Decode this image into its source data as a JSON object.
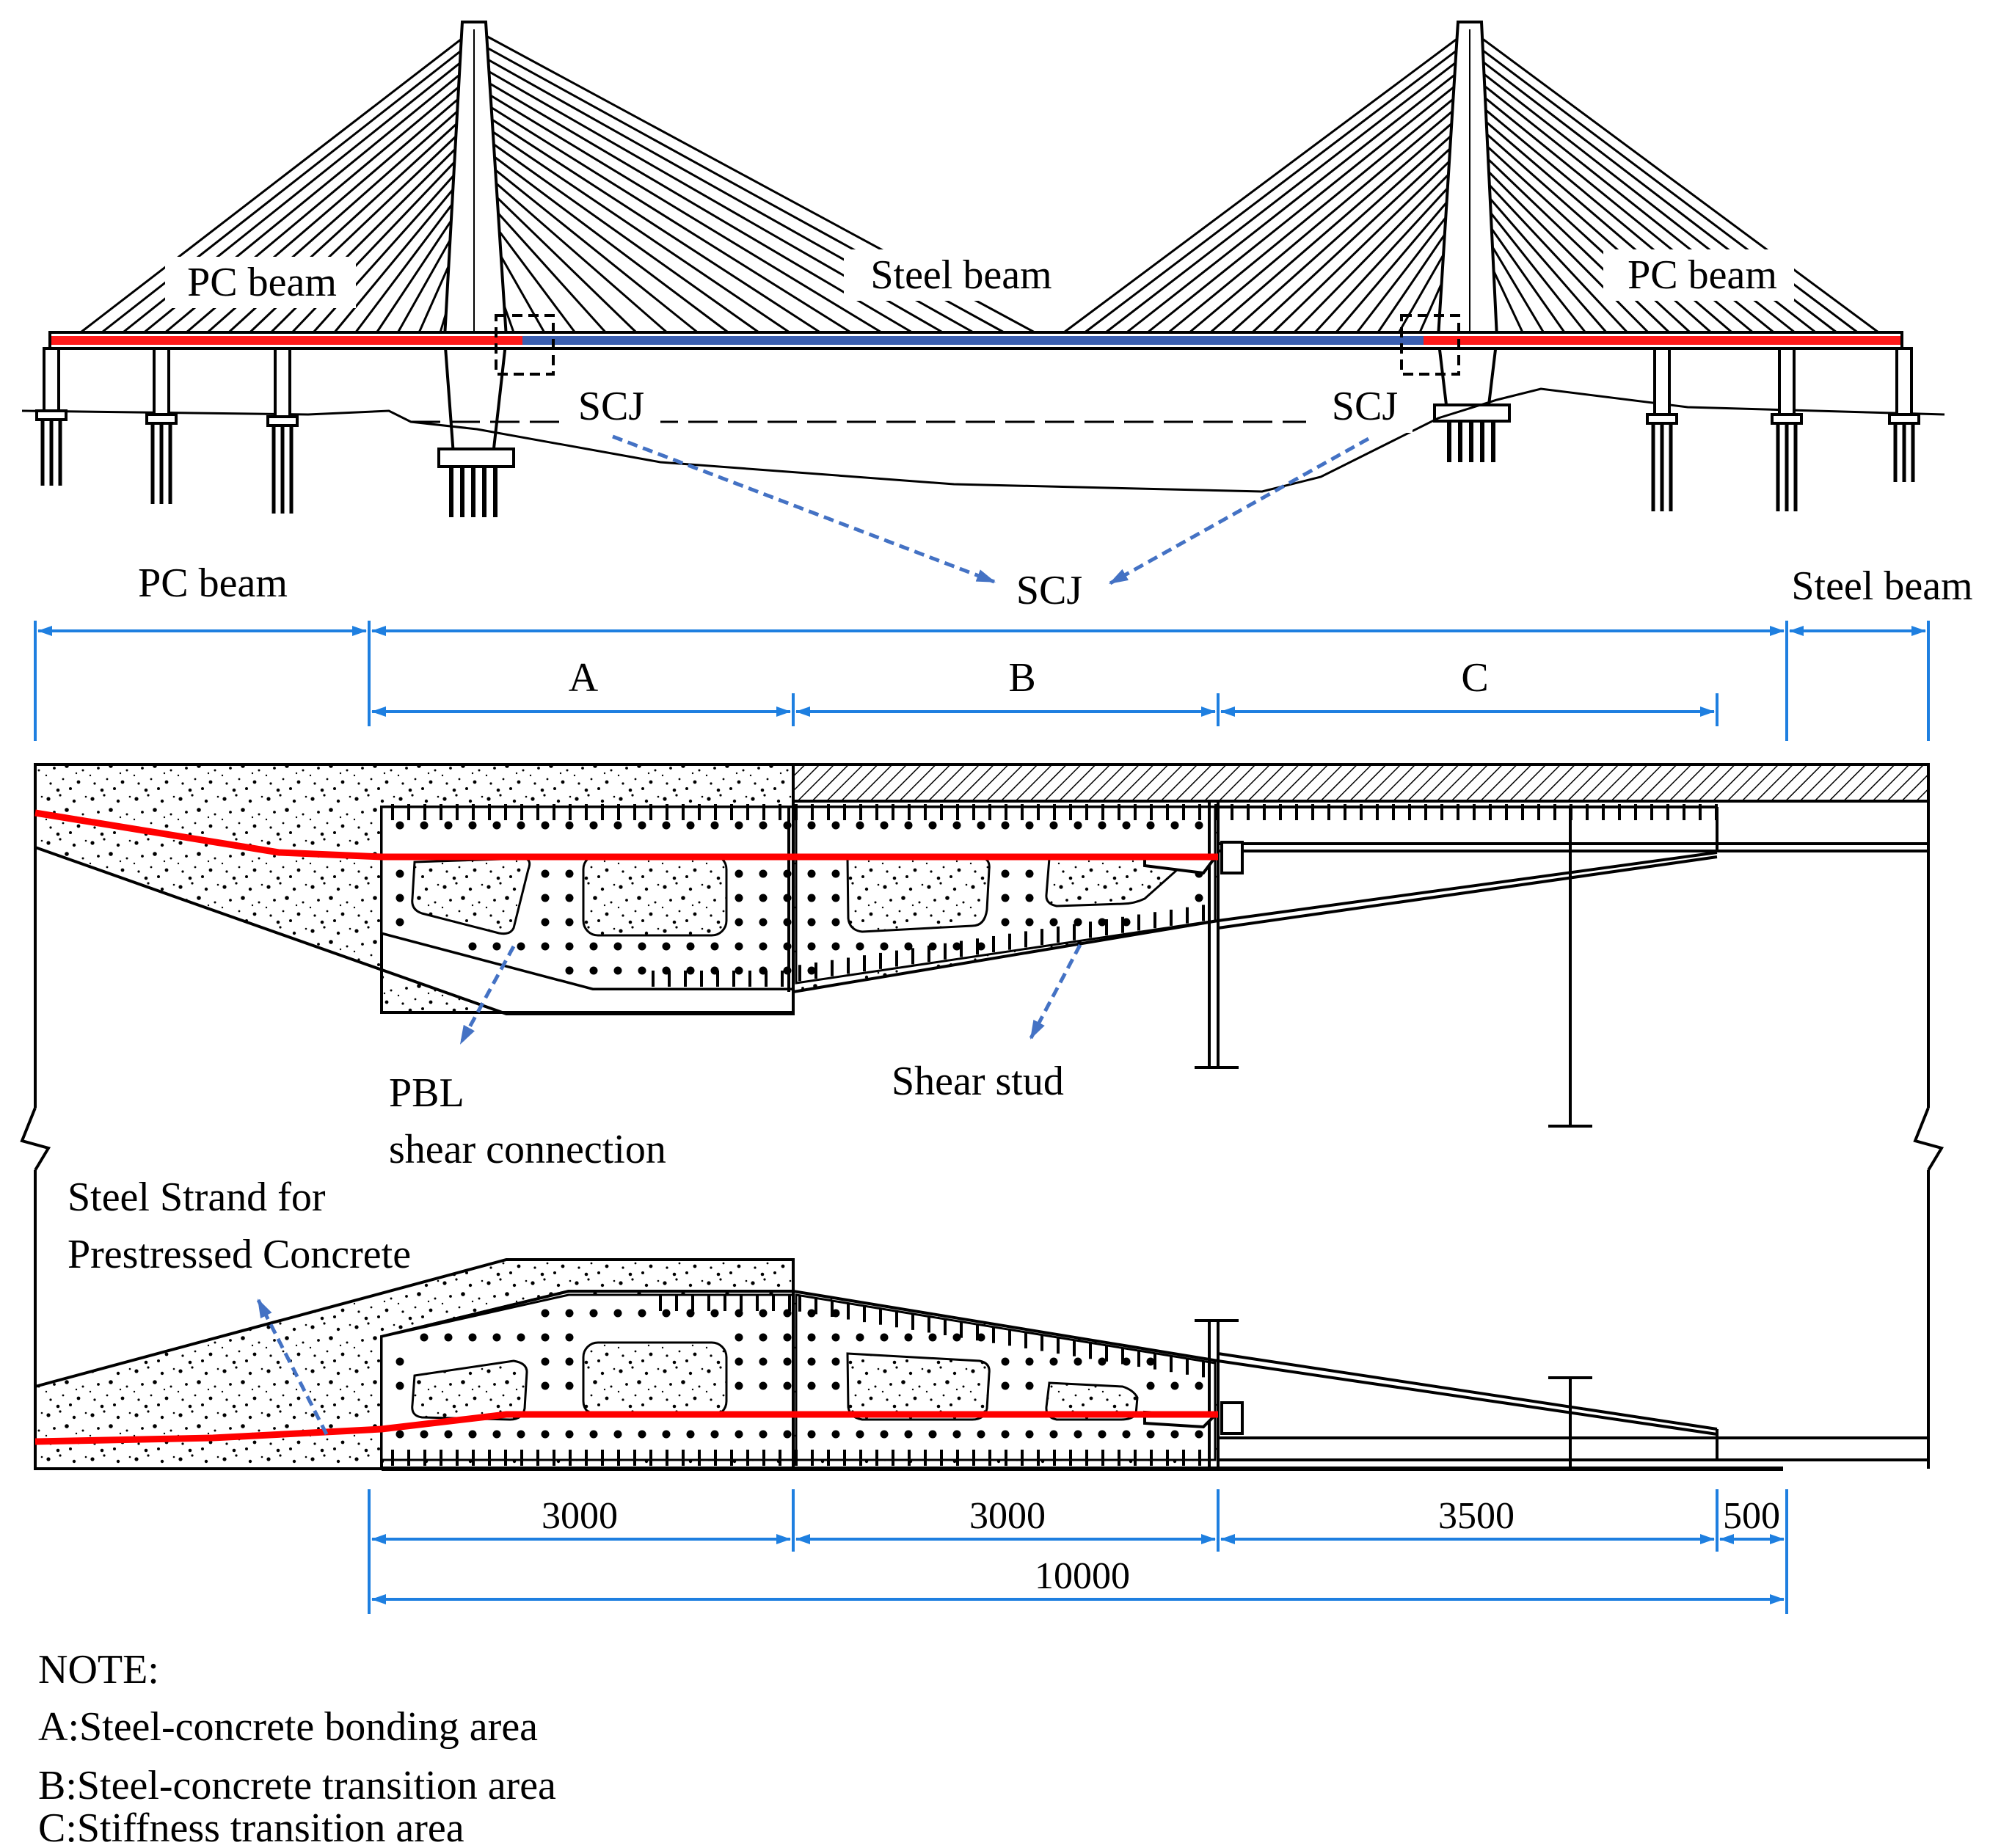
{
  "colors": {
    "pc_beam": "#ff1a1a",
    "steel_beam": "#3b5fb0",
    "dimension": "#1e7fe0",
    "leader": "#4472c4",
    "strand": "#ff0000"
  },
  "elevation": {
    "pc_beam_left": "PC beam",
    "steel_beam": "Steel beam",
    "pc_beam_right": "PC beam",
    "scj_left": "SCJ",
    "scj_right": "SCJ",
    "scj_center": "SCJ"
  },
  "detail": {
    "pc_beam": "PC beam",
    "steel_beam": "Steel beam",
    "zone_a": "A",
    "zone_b": "B",
    "zone_c": "C",
    "pbl_line1": "PBL",
    "pbl_line2": "shear connection",
    "shear_stud": "Shear stud",
    "strand_line1": "Steel Strand for",
    "strand_line2": "Prestressed Concrete"
  },
  "dimensions": {
    "d_a": "3000",
    "d_b": "3000",
    "d_c": "3500",
    "d_end": "500",
    "d_total": "10000"
  },
  "notes": {
    "heading": "NOTE:",
    "a": "A:Steel-concrete bonding area",
    "b": "B:Steel-concrete transition area",
    "c": "C:Stiffness transition area"
  }
}
